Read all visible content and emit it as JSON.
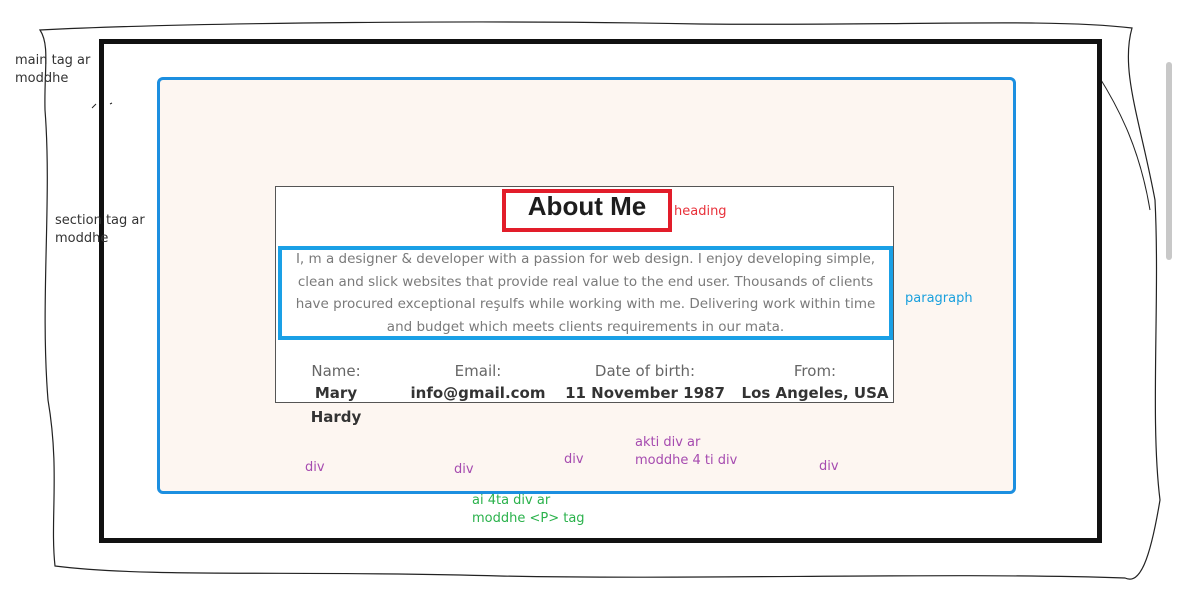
{
  "annotations": {
    "main": [
      "main tag ar",
      "moddhe"
    ],
    "section": [
      "section tag ar",
      "moddhe"
    ],
    "heading": "heading",
    "paragraph": "paragraph",
    "div_labels": [
      "div",
      "div",
      "div",
      "div"
    ],
    "wrapper": [
      "akti div ar",
      "moddhe  4 ti div"
    ],
    "p_tag": [
      "ai 4ta div ar",
      "moddhe <P> tag"
    ]
  },
  "about": {
    "title": "About Me",
    "paragraph": "I, m a designer & developer with a passion for web design. I enjoy developing simple, clean and slick websites that provide real value to the end user. Thousands of clients have procured exceptional reşulfs while working with me. Delivering work within time and budget which meets clients requirements in our mata.",
    "info": [
      {
        "label": "Name:",
        "value": "Mary Hardy"
      },
      {
        "label": "Email:",
        "value": "info@gmail.com"
      },
      {
        "label": "Date of birth:",
        "value": "11 November 1987"
      },
      {
        "label": "From:",
        "value": "Los Angeles, USA"
      }
    ]
  },
  "colors": {
    "main_border": "#111111",
    "section_border": "#1c8fe0",
    "section_bg": "#fdf6f1",
    "heading_border": "#e21d2a",
    "paragraph_border": "#1aa0e6",
    "div_border": "#a64bb0",
    "p_note": "#2bb24c"
  }
}
